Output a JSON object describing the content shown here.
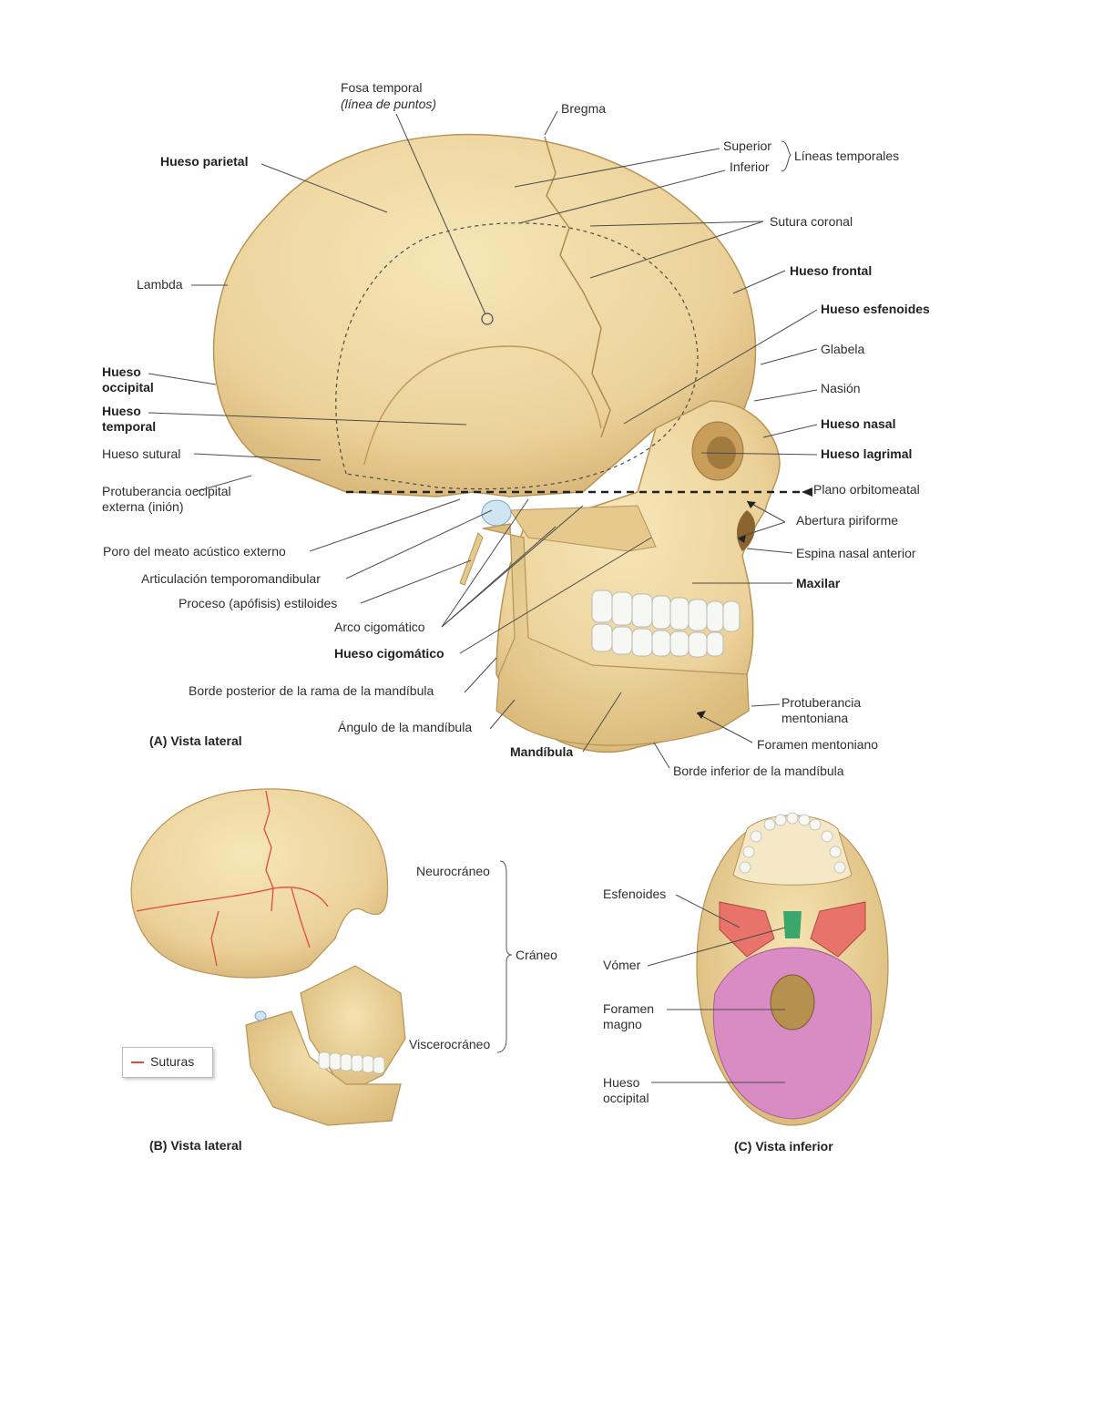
{
  "panel_a": {
    "fosa_temporal": "Fosa temporal",
    "fosa_temporal_note": "(línea de puntos)",
    "bregma": "Bregma",
    "superior": "Superior",
    "inferior": "Inferior",
    "lineas_temporales": "Líneas temporales",
    "hueso_parietal": "Hueso parietal",
    "sutura_coronal": "Sutura coronal",
    "lambda": "Lambda",
    "hueso_frontal": "Hueso frontal",
    "hueso_esfenoides": "Hueso esfenoides",
    "glabela": "Glabela",
    "hueso_occipital": "Hueso occipital",
    "nasion": "Nasión",
    "hueso_temporal": "Hueso temporal",
    "hueso_nasal": "Hueso nasal",
    "hueso_sutural": "Hueso sutural",
    "hueso_lagrimal": "Hueso lagrimal",
    "protuberancia_occipital": "Protuberancia occipital externa (inión)",
    "plano_orbitomeatal": "Plano orbitomeatal",
    "abertura_piriforme": "Abertura piriforme",
    "poro_meato": "Poro del meato acústico externo",
    "espina_nasal": "Espina nasal anterior",
    "articulacion_tm": "Articulación temporomandibular",
    "maxilar": "Maxilar",
    "proceso_estiloides": "Proceso (apófisis) estiloides",
    "arco_cigomatico": "Arco cigomático",
    "hueso_cigomatico": "Hueso cigomático",
    "borde_posterior": "Borde posterior de la rama de la mandíbula",
    "protuberancia_mentoniana": "Protuberancia mentoniana",
    "angulo_mandibula": "Ángulo de la mandíbula",
    "mandibula": "Mandíbula",
    "foramen_mentoniano": "Foramen mentoniano",
    "borde_inferior": "Borde inferior de la mandíbula",
    "caption": "(A) Vista lateral"
  },
  "panel_b": {
    "neurocraneo": "Neurocráneo",
    "craneo": "Cráneo",
    "viscerocraneo": "Viscerocráneo",
    "legend_suturas": "Suturas",
    "caption": "(B) Vista lateral"
  },
  "panel_c": {
    "esfenoides": "Esfenoides",
    "vomer": "Vómer",
    "foramen_magno": "Foramen magno",
    "hueso_occipital": "Hueso occipital",
    "caption": "(C) Vista inferior"
  },
  "colors": {
    "bone": "#f0d9a0",
    "bone_shade": "#d9b877",
    "sphenoid": "#e8736b",
    "vomer": "#3aa76d",
    "occipital": "#d98bc4",
    "suture_line": "#e04b3a"
  }
}
